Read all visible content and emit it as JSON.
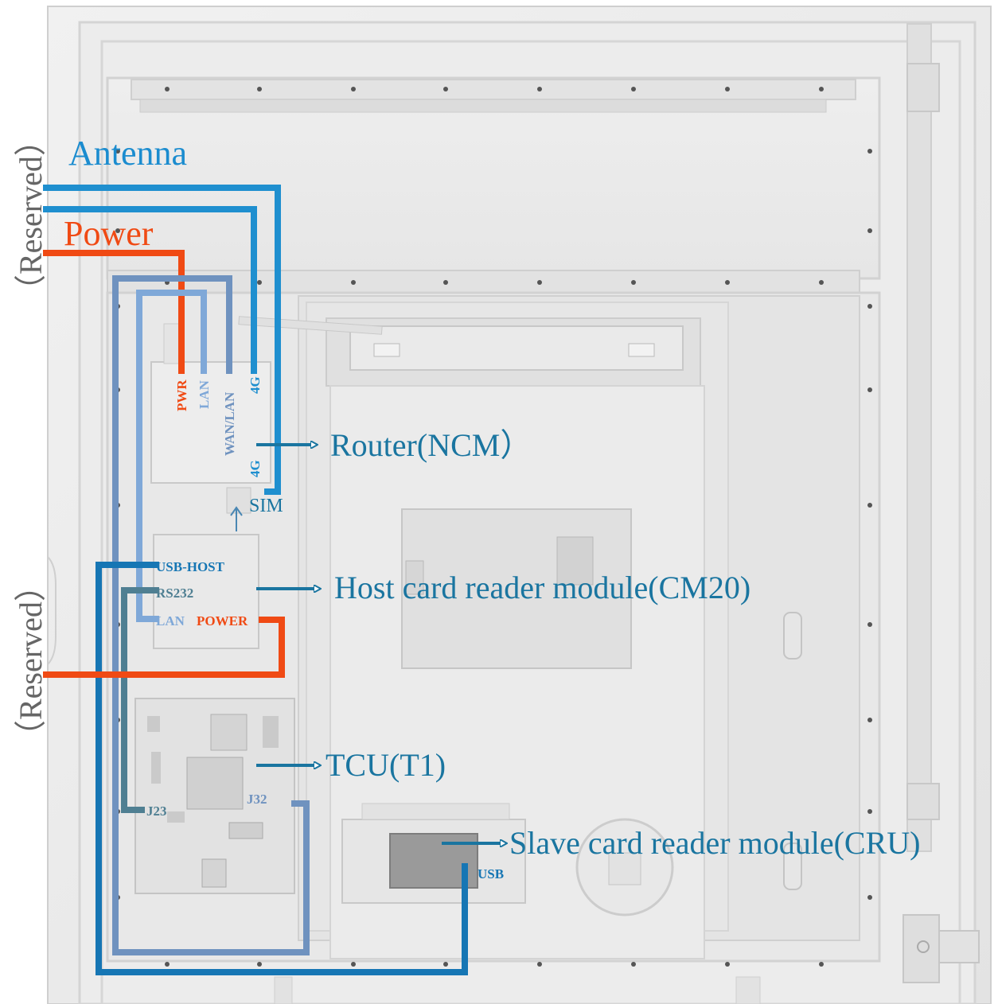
{
  "labels": {
    "antenna": "Antenna",
    "power": "Power",
    "reserved_top": "（Reserved）",
    "reserved_bottom": "（Reserved）"
  },
  "router": {
    "name": "Router(NCM）",
    "ports": {
      "pwr": "PWR",
      "lan": "LAN",
      "wan_lan": "WAN/LAN",
      "g4_top": "4G",
      "g4_side": "4G",
      "sim": "SIM"
    }
  },
  "host_reader": {
    "name": "Host card reader module(CM20)",
    "ports": {
      "usb_host": "USB-HOST",
      "rs232": "RS232",
      "lan": "LAN",
      "power": "POWER"
    }
  },
  "tcu": {
    "name": "TCU(T1)",
    "ports": {
      "j23": "J23",
      "j32": "J32"
    }
  },
  "slave_reader": {
    "name": "Slave card reader module(CRU)",
    "ports": {
      "usb": "USB"
    }
  },
  "colors": {
    "cable_blue": "#1f8fcf",
    "cable_steel": "#6f92bf",
    "cable_light": "#7fa8d8",
    "cable_dark": "#1676b4",
    "cable_grey": "#4f7f92",
    "power_red": "#f04a14",
    "label_blue": "#1b8ccf",
    "callout_blue": "#1a75a0",
    "panel": "#e9e9e9"
  }
}
